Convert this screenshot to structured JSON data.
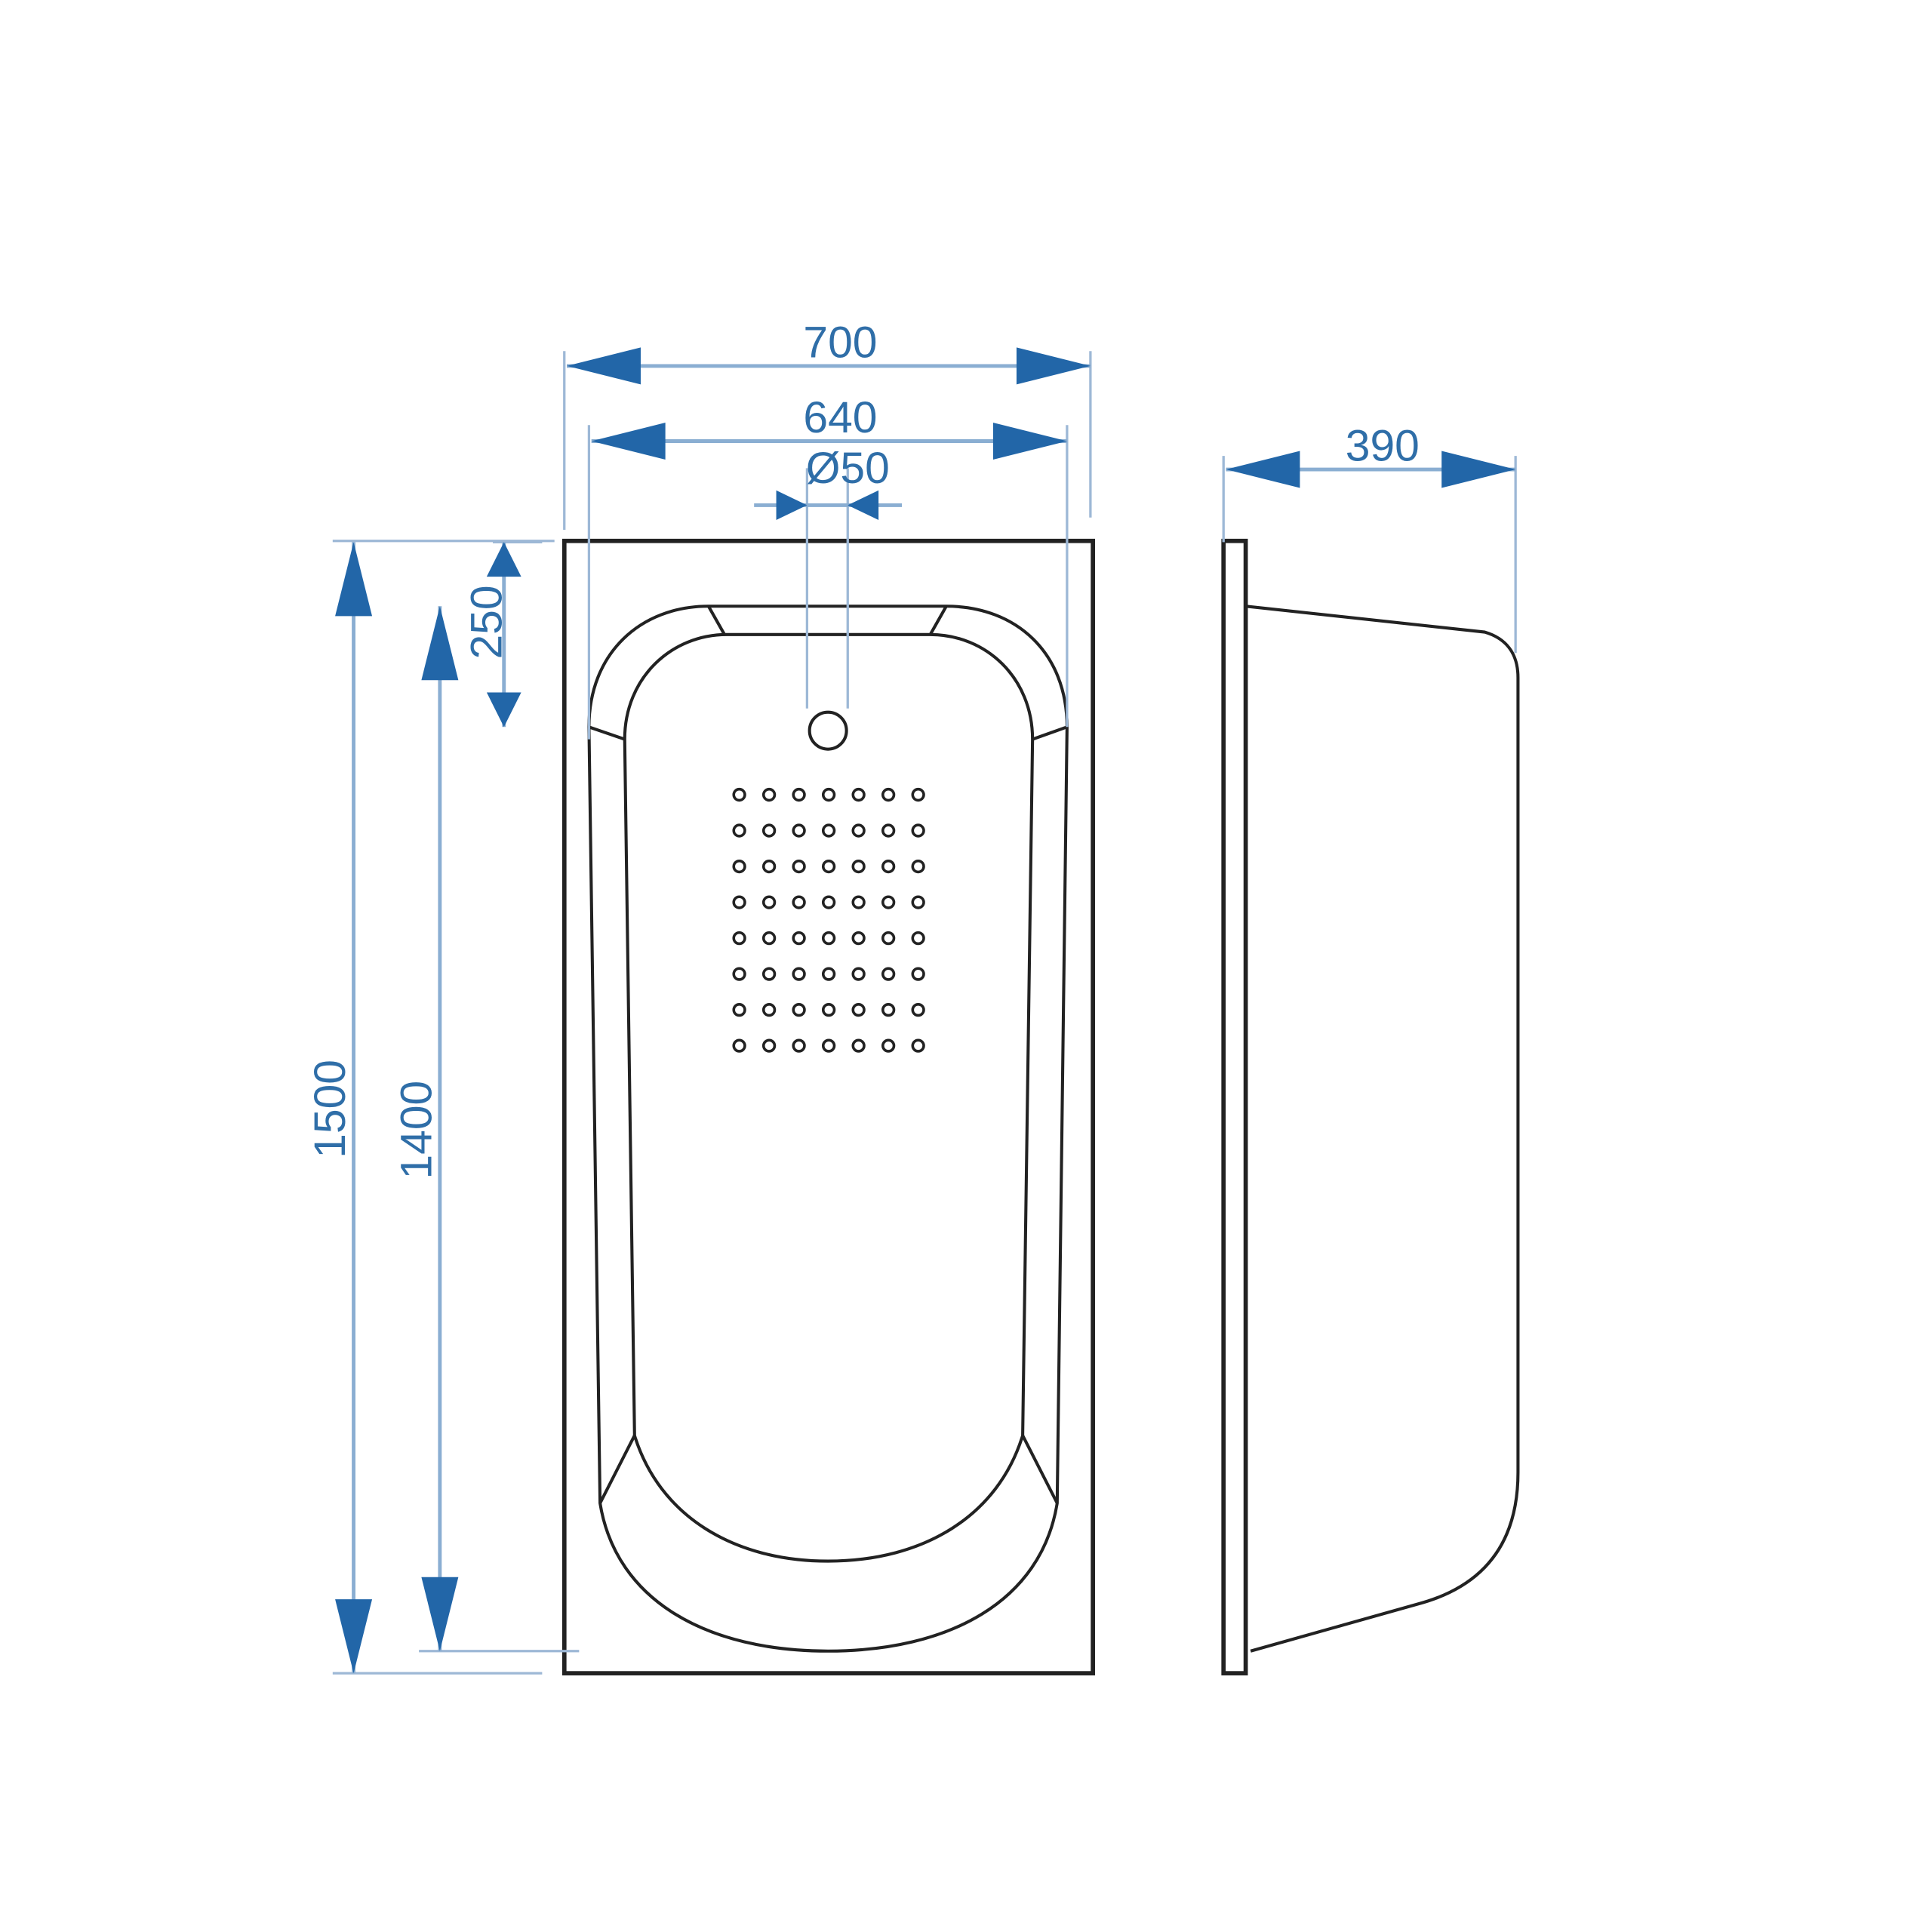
{
  "drawing": {
    "dimensions": {
      "overall_width": "700",
      "inner_width": "640",
      "drain_diameter": "Ø50",
      "overall_length": "1500",
      "inner_length": "1400",
      "drain_offset": "250",
      "depth": "390"
    },
    "drain_hole_grid": {
      "columns": 7,
      "rows": 8
    },
    "colors": {
      "dimension": "#2266a8",
      "outline": "#222222"
    }
  }
}
